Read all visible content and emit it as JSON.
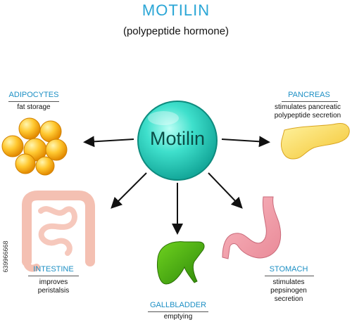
{
  "header": {
    "title": "MOTILIN",
    "subtitle": "(polypeptide hormone)"
  },
  "center": {
    "label": "Motilin"
  },
  "targets": {
    "adipocytes": {
      "name": "ADIPOCYTES",
      "effect": "fat storage"
    },
    "pancreas": {
      "name": "PANCREAS",
      "effect_line1": "stimulates pancreatic",
      "effect_line2": "polypeptide secretion"
    },
    "intestine": {
      "name": "INTESTINE",
      "effect_line1": "improves",
      "effect_line2": "peristalsis"
    },
    "stomach": {
      "name": "STOMACH",
      "effect_line1": "stimulates",
      "effect_line2": "pepsinogen",
      "effect_line3": "secretion"
    },
    "gallbladder": {
      "name": "GALLBLADDER",
      "effect": "emptying"
    }
  },
  "watermark": {
    "side_id": "639966668"
  },
  "colors": {
    "title_blue": "#2aa6d6",
    "sphere": "#2fd6c4",
    "label_blue": "#1c8fc4"
  }
}
